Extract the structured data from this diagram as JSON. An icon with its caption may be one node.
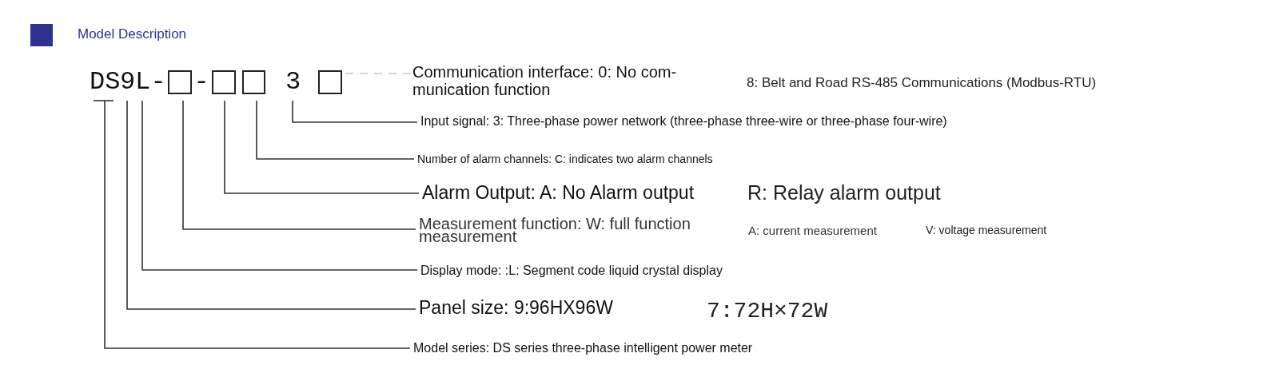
{
  "diagram": {
    "title": "Model Description",
    "nodes": [
      {
        "text": [
          "DS"
        ]
      },
      {
        "text": [
          "9"
        ]
      },
      {
        "text": [
          "L"
        ]
      },
      {
        "text": [],
        "shape": "box"
      },
      {
        "text": [],
        "shape": "box"
      },
      {
        "text": [],
        "shape": "box"
      },
      {
        "text": [
          "3"
        ]
      },
      {
        "text": [],
        "shape": "box"
      },
      {
        "text": [
          "Communication interface: 0: No com-munication function"
        ]
      },
      {
        "text": [
          "Input signal: 3: Three-phase power network (three-phase three-wire or three-phase four-wire)"
        ]
      },
      {
        "text": [
          "Number of alarm channels: C: indicates two alarm channels"
        ]
      },
      {
        "text": [
          "Alarm Output: A: No Alarm output"
        ]
      },
      {
        "text": [
          "Measurement function: W: full function measurement"
        ]
      },
      {
        "text": [
          "Display mode: :L: Segment code liquid crystal display"
        ]
      },
      {
        "text": [
          "Panel size: 9:96HX96W"
        ]
      },
      {
        "text": [
          "Model series: DS series three-phase intelligent power meter"
        ]
      }
    ],
    "edges": [
      {
        "from": 8,
        "to": 7,
        "arrow": "none",
        "style": "dashed",
        "color": "#c8c8c8"
      },
      {
        "from": 9,
        "to": 6,
        "arrow": "none"
      },
      {
        "from": 10,
        "to": 5,
        "arrow": "none"
      },
      {
        "from": 11,
        "to": 4,
        "arrow": "none"
      },
      {
        "from": 12,
        "to": 3,
        "arrow": "none"
      },
      {
        "from": 13,
        "to": 2,
        "arrow": "none"
      },
      {
        "from": 14,
        "to": 1,
        "arrow": "none"
      },
      {
        "from": 15,
        "to": 0,
        "arrow": "none"
      }
    ],
    "labels": [
      "-",
      "-",
      "8: Belt and Road RS-485 Communications (Modbus-RTU)",
      "R: Relay alarm output",
      "A: current measurement",
      "V: voltage measurement",
      "7:72H×72W"
    ]
  }
}
